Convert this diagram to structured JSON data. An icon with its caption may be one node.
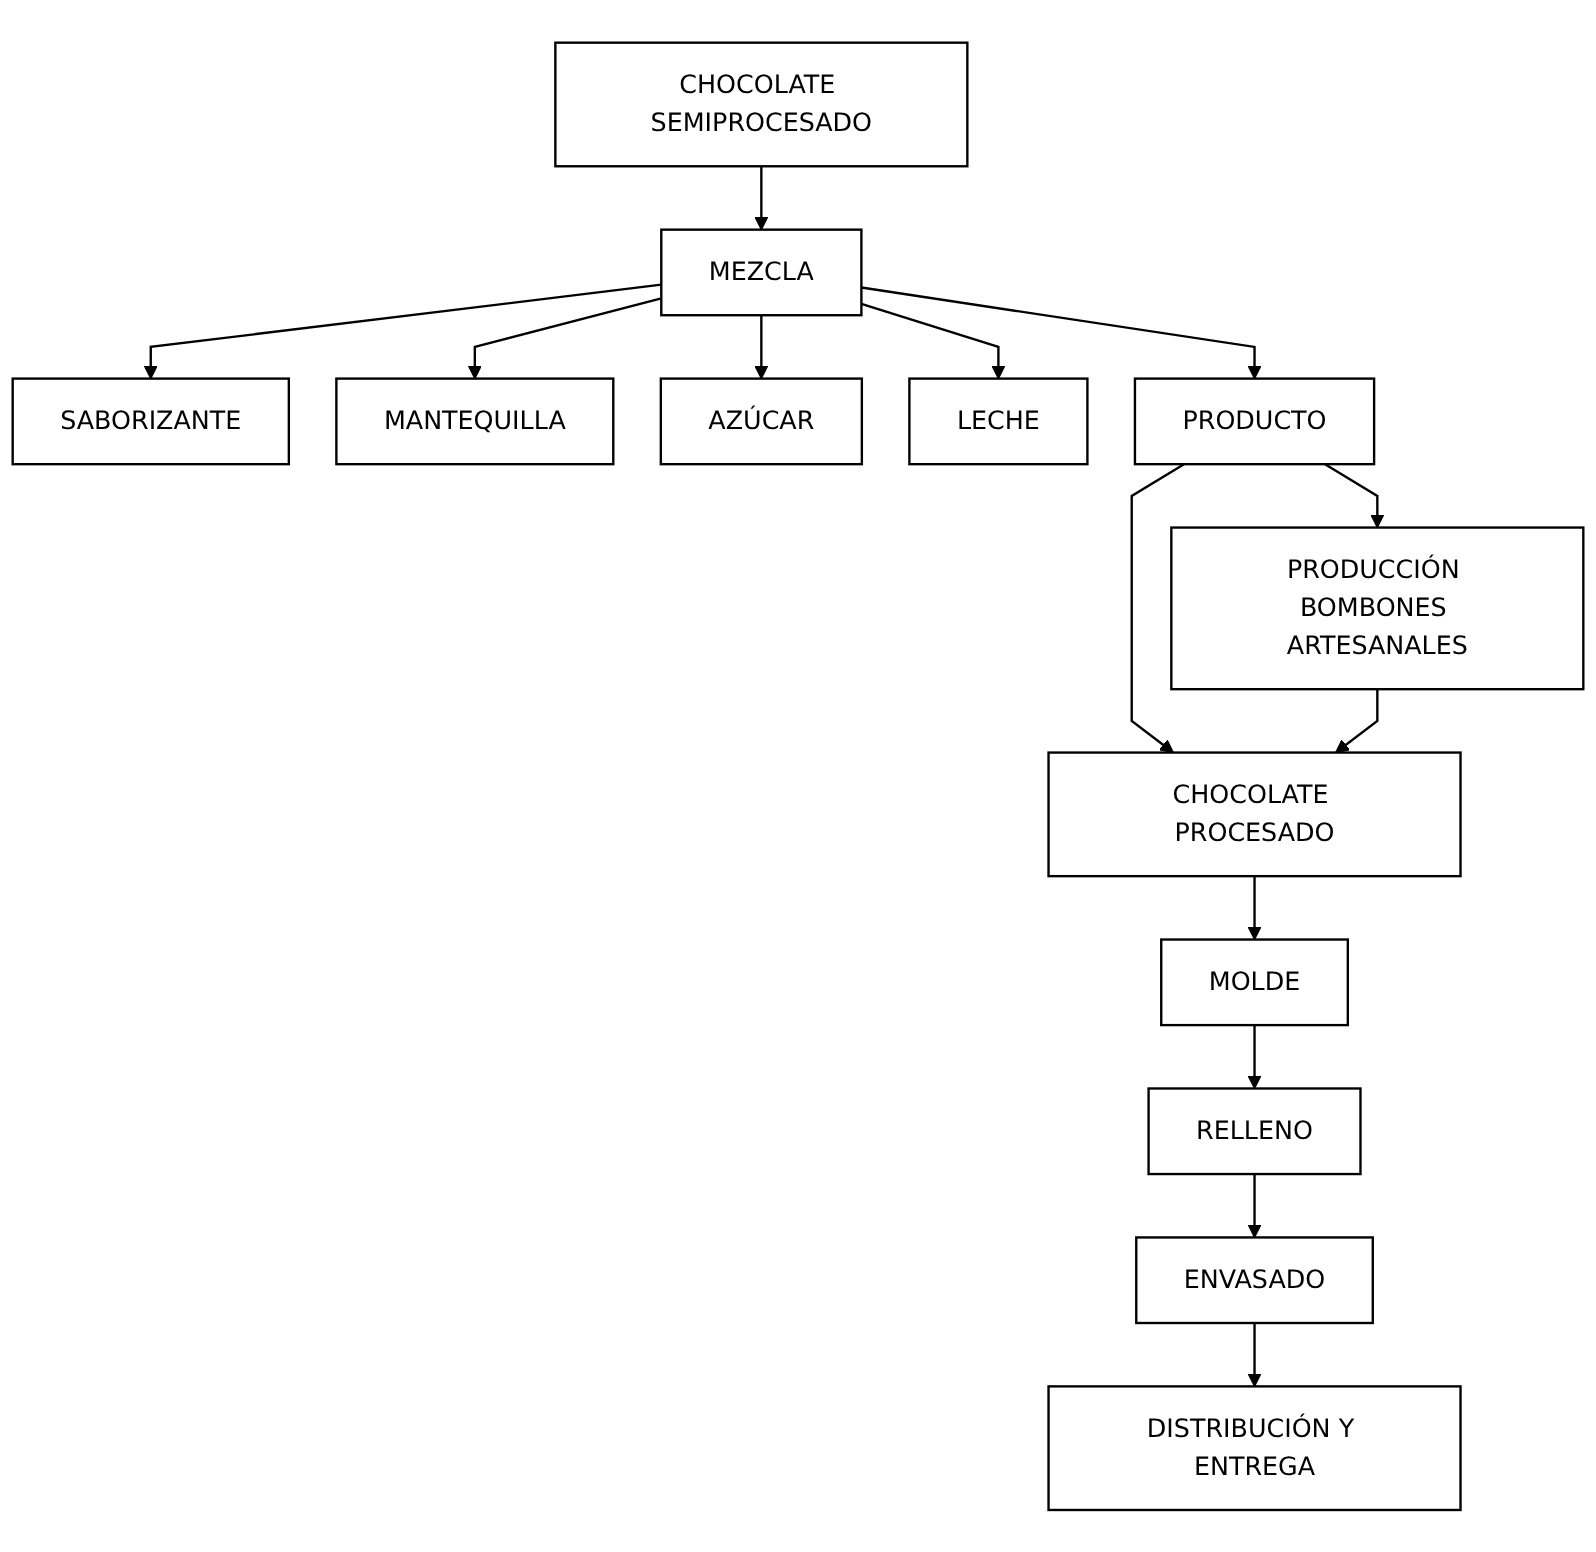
{
  "diagram": {
    "nodes": [
      {
        "text": [
          "CHOCOLATE SEMIPROCESADO"
        ]
      },
      {
        "text": [
          "MEZCLA"
        ]
      },
      {
        "text": [
          "SABORIZANTE"
        ]
      },
      {
        "text": [
          "MANTEQUILLA"
        ]
      },
      {
        "text": [
          "AZÚCAR"
        ]
      },
      {
        "text": [
          "LECHE"
        ]
      },
      {
        "text": [
          "PRODUCTO"
        ]
      },
      {
        "text": [
          "CHOCOLATE PROCESADO"
        ]
      },
      {
        "text": [
          "PRODUCCIÓN BOMBONES ARTESANALES"
        ]
      },
      {
        "text": [
          "MOLDE"
        ]
      },
      {
        "text": [
          "RELLENO"
        ]
      },
      {
        "text": [
          "ENVASADO"
        ]
      },
      {
        "text": [
          "DISTRIBUCIÓN Y ENTREGA"
        ]
      }
    ],
    "edges": [
      {
        "from": 0,
        "to": 1,
        "arrow": "to"
      },
      {
        "from": 1,
        "to": 2,
        "arrow": "to"
      },
      {
        "from": 1,
        "to": 3,
        "arrow": "to"
      },
      {
        "from": 1,
        "to": 4,
        "arrow": "to"
      },
      {
        "from": 1,
        "to": 5,
        "arrow": "to"
      },
      {
        "from": 1,
        "to": 6,
        "arrow": "to"
      },
      {
        "from": 6,
        "to": 7,
        "arrow": "to"
      },
      {
        "from": 6,
        "to": 8,
        "arrow": "to"
      },
      {
        "from": 8,
        "to": 7,
        "arrow": "to"
      },
      {
        "from": 7,
        "to": 9,
        "arrow": "to"
      },
      {
        "from": 9,
        "to": 10,
        "arrow": "to"
      },
      {
        "from": 10,
        "to": 11,
        "arrow": "to"
      },
      {
        "from": 11,
        "to": 12,
        "arrow": "to"
      }
    ]
  }
}
